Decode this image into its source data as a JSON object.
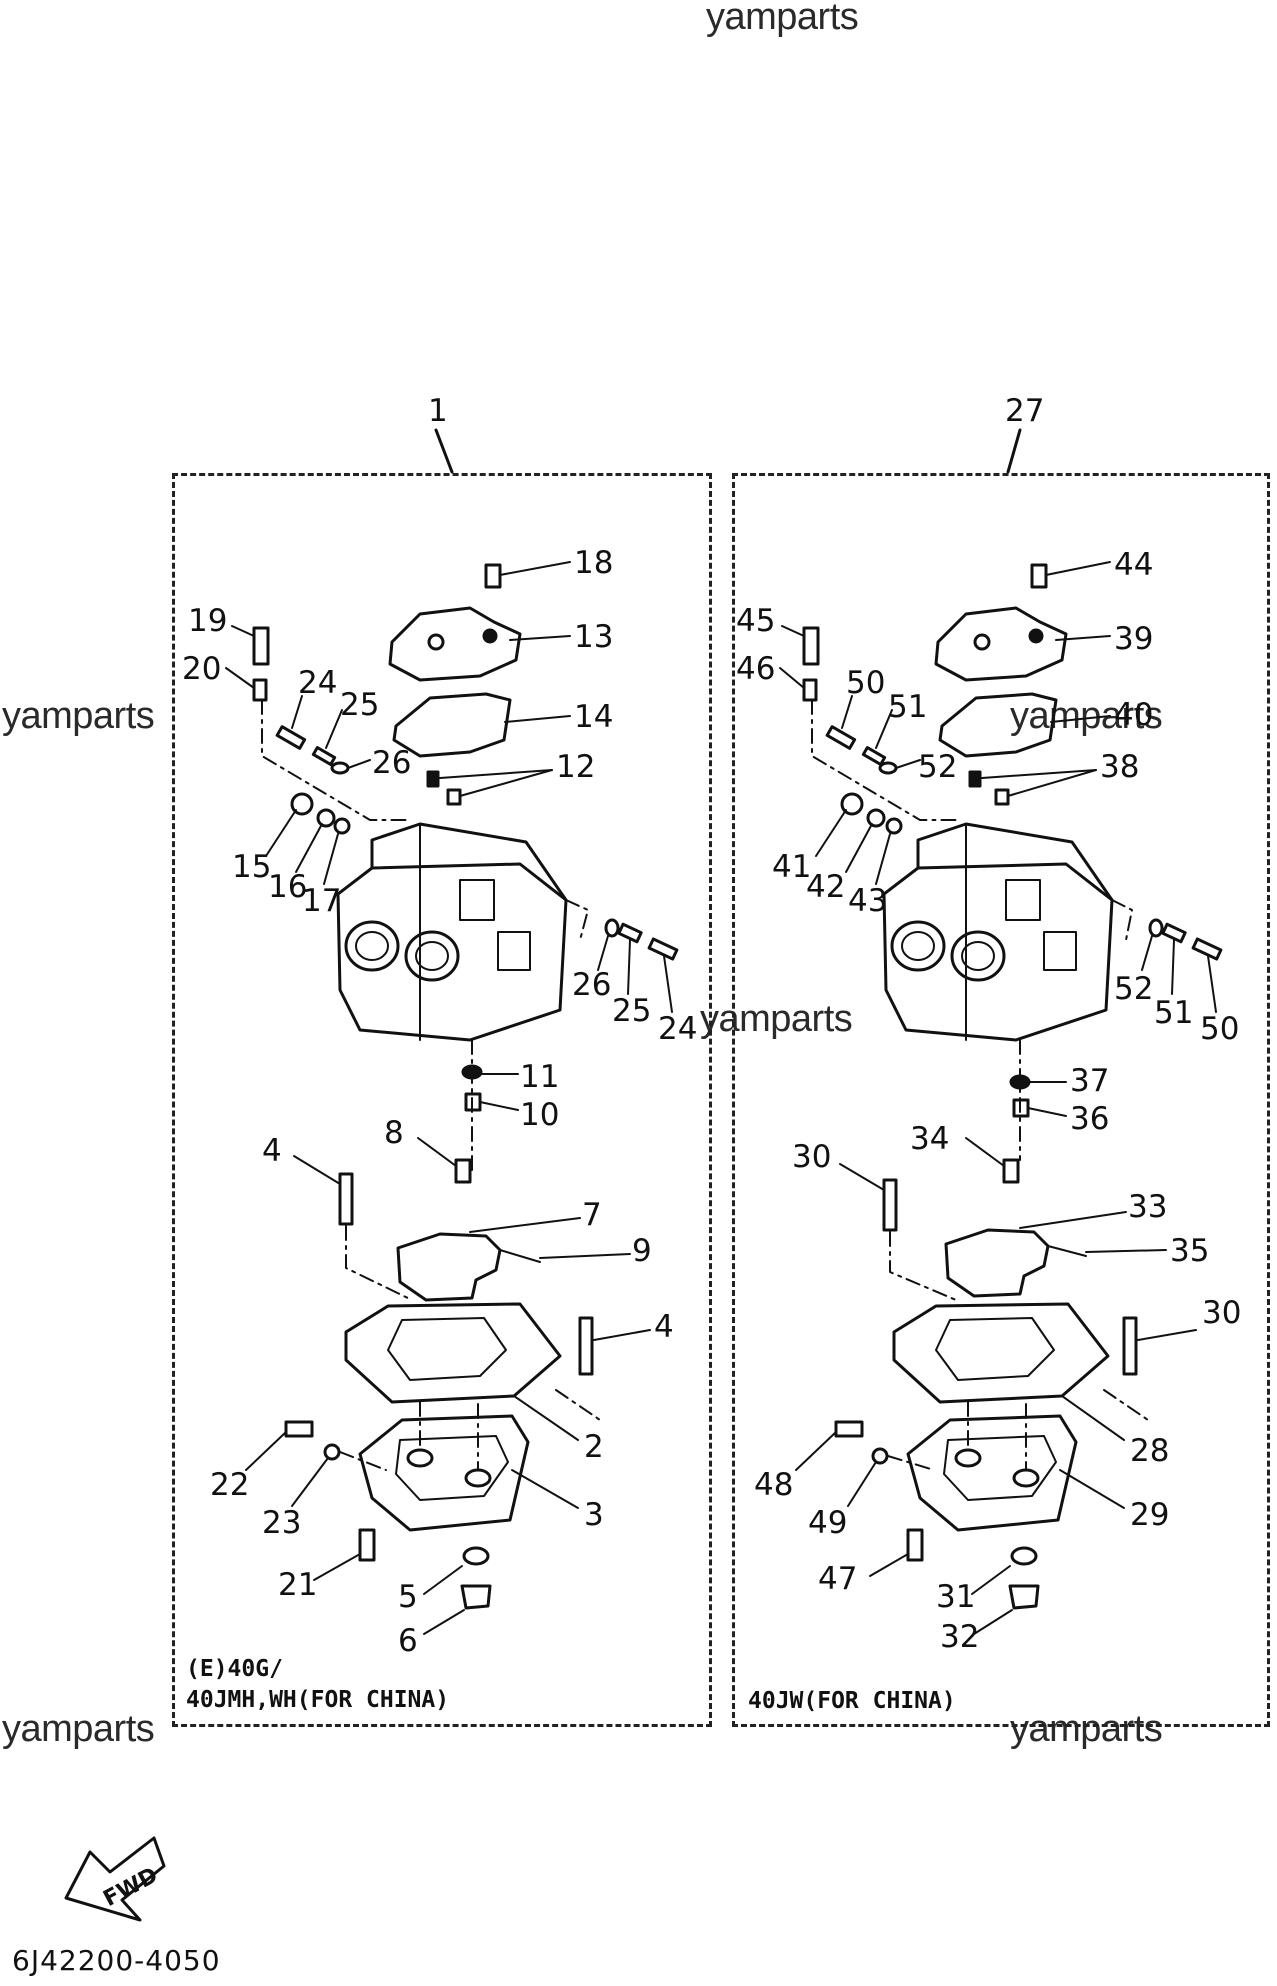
{
  "watermark": "yamparts",
  "part_number": "6J42200-4050",
  "fwd_label": "FWD",
  "panel_left": {
    "assembly_ref": "1",
    "label_line1": "(E)40G/",
    "label_line2": "40JMH,WH(FOR CHINA)",
    "callouts": [
      "18",
      "13",
      "19",
      "20",
      "24",
      "25",
      "26",
      "14",
      "12",
      "15",
      "16",
      "17",
      "26",
      "25",
      "24",
      "11",
      "10",
      "8",
      "4",
      "7",
      "9",
      "4",
      "2",
      "22",
      "23",
      "3",
      "21",
      "5",
      "6"
    ]
  },
  "panel_right": {
    "assembly_ref": "27",
    "label_line1": "40JW(FOR CHINA)",
    "callouts": [
      "44",
      "39",
      "45",
      "46",
      "50",
      "51",
      "52",
      "40",
      "38",
      "41",
      "42",
      "43",
      "52",
      "51",
      "50",
      "37",
      "36",
      "34",
      "30",
      "33",
      "35",
      "30",
      "28",
      "48",
      "49",
      "29",
      "47",
      "31",
      "32"
    ]
  }
}
